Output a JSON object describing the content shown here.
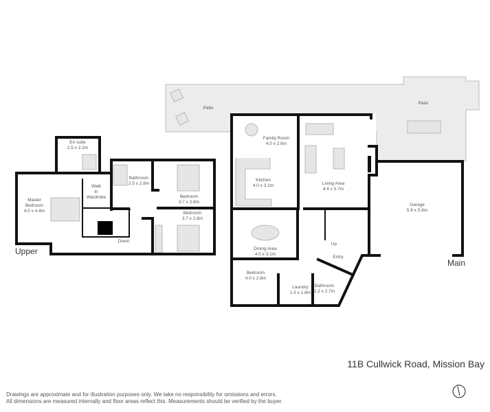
{
  "address": "11B Cullwick Road, Mission Bay",
  "disclaimer": [
    "Drawings are approximate and for illustration purposes only. We take no responsibility for omissions and errors.",
    "All dimensions are measured internally and floor areas reflect this. Measurements should be verified by the buyer."
  ],
  "floors": {
    "upper": {
      "label": "Upper",
      "rooms": [
        {
          "name": "En suite",
          "size": "2.5 x 2.2m"
        },
        {
          "name": "Walk",
          "name2": "in",
          "name3": "Wardrobe"
        },
        {
          "name": "Master",
          "name2": "Bedroom",
          "size": "4.0 x 4.4m"
        },
        {
          "name": "Bathroom",
          "size": "2.5 x 2.8m"
        },
        {
          "name": "Bedroom",
          "size": "3.7 x 2.8m"
        },
        {
          "name": "Bedroom",
          "size": "3.7 x 2.8m"
        }
      ],
      "stairs": "Down"
    },
    "main": {
      "label": "Main",
      "rooms": [
        {
          "name": "Family Room",
          "size": "4.0 x 2.6m"
        },
        {
          "name": "Kitchen",
          "size": "4.0 x 3.1m"
        },
        {
          "name": "Living Area",
          "size": "4.4 x 5.7m"
        },
        {
          "name": "Garage",
          "size": "5.8 x 5.8m"
        },
        {
          "name": "Dining Area",
          "size": "4.0 x 3.1m"
        },
        {
          "name": "Entry"
        },
        {
          "name": "Bedroom",
          "size": "4.0 x 2.8m"
        },
        {
          "name": "Laundry",
          "size": "1.5 x 1.8m"
        },
        {
          "name": "Bathroom",
          "size": "2.2 x 2.7m"
        },
        {
          "name": "Patio"
        },
        {
          "name": "Patio"
        }
      ],
      "stairs": "Up"
    }
  },
  "compass": {
    "label": "N",
    "icon": "compass-north-icon"
  },
  "colors": {
    "wall": "#111111",
    "patio": "#ececec",
    "furniture": "#e6e6e6"
  }
}
